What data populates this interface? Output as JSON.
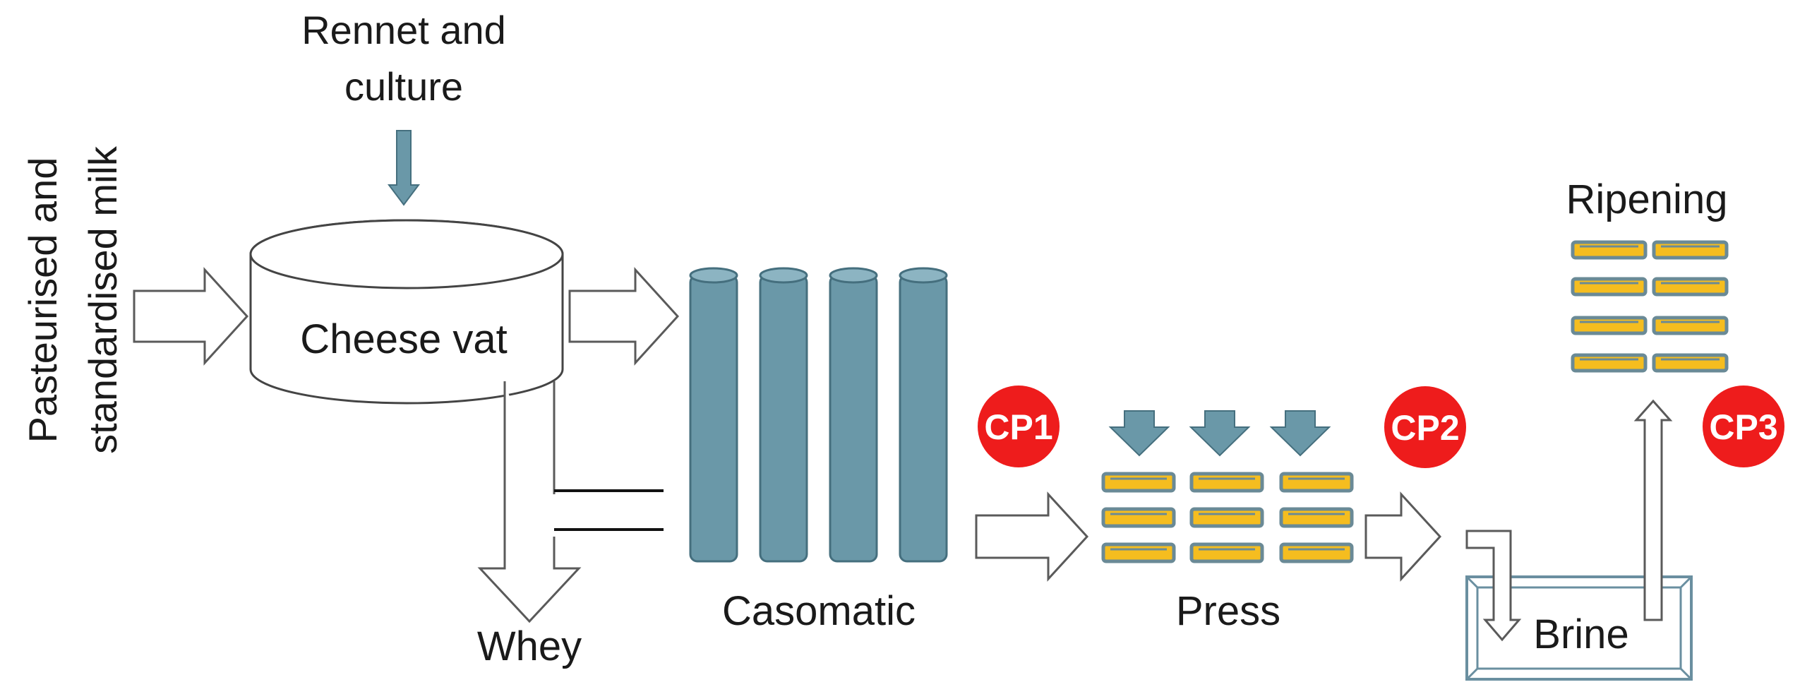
{
  "labels": {
    "milk_line1": "Pasteurised and",
    "milk_line2": "standardised milk",
    "rennet_line1": "Rennet and",
    "rennet_line2": "culture",
    "vat": "Cheese vat",
    "whey": "Whey",
    "casomatic": "Casomatic",
    "press": "Press",
    "brine": "Brine",
    "ripening": "Ripening"
  },
  "control_points": [
    "CP1",
    "CP2",
    "CP3"
  ],
  "colors": {
    "cp_red": "#ee1c1c",
    "teal": "#6a98a8",
    "cheese_yellow": "#f5bd1f",
    "outline_grey": "#5a5a5a"
  }
}
